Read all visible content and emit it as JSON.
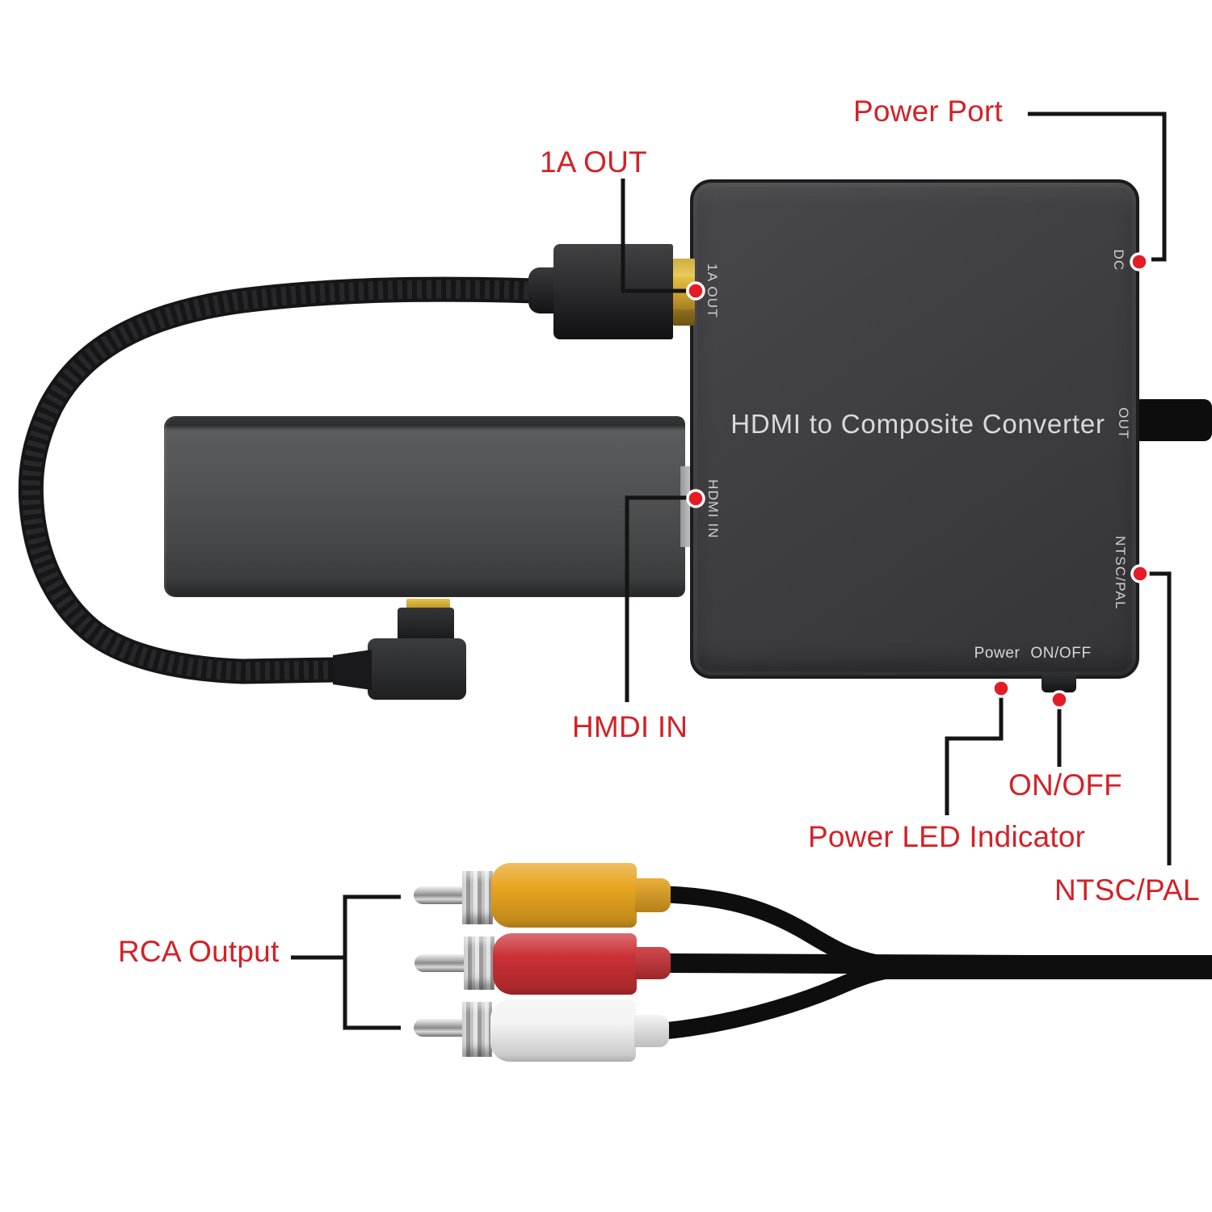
{
  "callouts": {
    "power_port": "Power Port",
    "usb_1a_out": "1A OUT",
    "hdmi_in": "HMDI IN",
    "on_off": "ON/OFF",
    "power_led": "Power LED Indicator",
    "ntsc_pal": "NTSC/PAL",
    "rca_output": "RCA Output"
  },
  "device": {
    "title": "HDMI to Composite Converter",
    "ports": {
      "usb_1a_out": "1A OUT",
      "hdmi_in": "HDMI IN",
      "dc": "DC",
      "av_out": "OUT",
      "ntsc_pal": "NTSC/PAL",
      "power": "Power",
      "on_off": "ON/OFF"
    }
  },
  "colors": {
    "label-red": "#d42127",
    "dot-red": "#e41c25",
    "line-black": "#141414",
    "rca-yellow": "#e8a41f",
    "rca-red": "#cb3034",
    "rca-white": "#f3f3f3",
    "gold": "#d9b13a",
    "device-gray": "#3e3e40",
    "stick-gray": "#4b4d4f"
  }
}
